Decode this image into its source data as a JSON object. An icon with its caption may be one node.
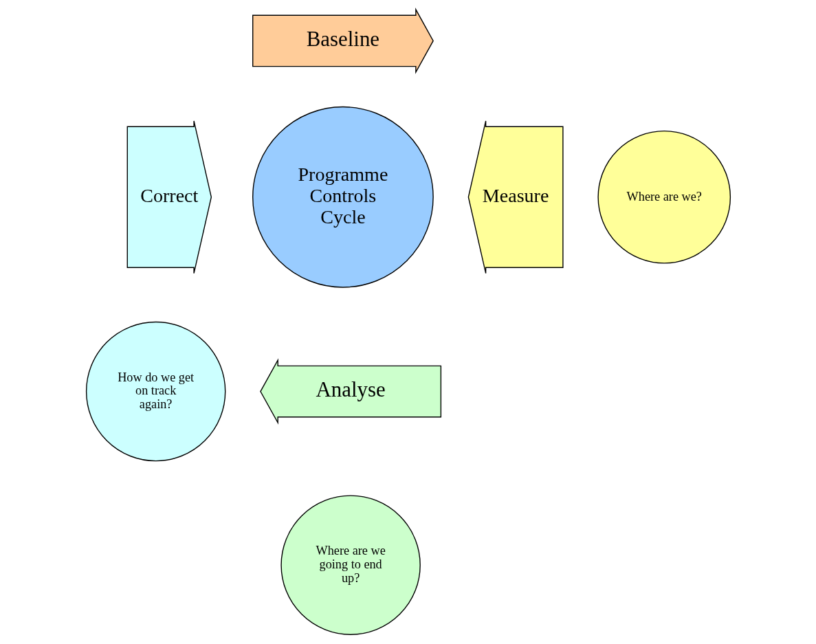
{
  "diagram": {
    "nodes": [
      {
        "text": [
          "Baseline"
        ]
      },
      {
        "text": [
          "Measure"
        ]
      },
      {
        "text": [
          "Analyse"
        ]
      },
      {
        "text": [
          "Correct"
        ]
      },
      {
        "text": [
          "Programme Controls Cycle"
        ]
      },
      {
        "text": [
          "Where are we?"
        ]
      },
      {
        "text": [
          "Where are we going to end up?"
        ]
      },
      {
        "text": [
          "How do we get on track again?"
        ]
      }
    ],
    "edges": []
  }
}
